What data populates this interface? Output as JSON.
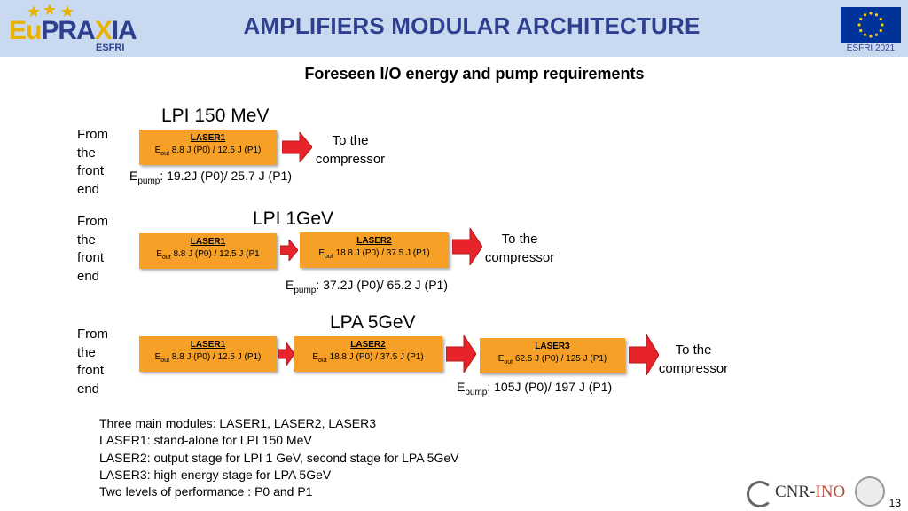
{
  "header": {
    "title": "AMPLIFIERS MODULAR ARCHITECTURE",
    "logo_main": "EuPRAXIA",
    "logo_sub": "ESFRI",
    "flag_label": "ESFRI 2021"
  },
  "subtitle": "Foreseen I/O energy and pump requirements",
  "sections": [
    {
      "title": "LPI 150 MeV",
      "from_lines": [
        "From",
        "the",
        "front",
        "end"
      ],
      "lasers": [
        {
          "name": "LASER1",
          "e": "E",
          "sub": "out",
          "value": " 8.8 J (P0) / 12.5 J (P1)"
        }
      ],
      "to_lines": [
        "To the",
        "compressor"
      ],
      "epump": {
        "e": "E",
        "sub": "pump",
        "value": ": 19.2J (P0)/ 25.7 J (P1)"
      }
    },
    {
      "title": "LPI 1GeV",
      "from_lines": [
        "From",
        "the",
        "front",
        "end"
      ],
      "lasers": [
        {
          "name": "LASER1",
          "e": "E",
          "sub": "out",
          "value": " 8.8 J (P0) / 12.5 J (P1"
        },
        {
          "name": "LASER2",
          "e": "E",
          "sub": "out",
          "value": " 18.8 J (P0) / 37.5 J (P1)"
        }
      ],
      "to_lines": [
        "To the",
        "compressor"
      ],
      "epump": {
        "e": "E",
        "sub": "pump",
        "value": ": 37.2J (P0)/ 65.2 J (P1)"
      }
    },
    {
      "title": "LPA 5GeV",
      "from_lines": [
        "From",
        "the",
        "front",
        "end"
      ],
      "lasers": [
        {
          "name": "LASER1",
          "e": "E",
          "sub": "out",
          "value": " 8.8 J (P0) / 12.5 J (P1)"
        },
        {
          "name": "LASER2",
          "e": "E",
          "sub": "out",
          "value": " 18.8 J (P0) / 37.5 J (P1)"
        },
        {
          "name": "LASER3",
          "e": "E",
          "sub": "out",
          "value": "  62.5 J (P0) / 125 J (P1)"
        }
      ],
      "to_lines": [
        "To the",
        "compressor"
      ],
      "epump": {
        "e": "E",
        "sub": "pump",
        "value": ": 105J (P0)/ 197 J (P1)"
      }
    }
  ],
  "notes": [
    "Three main modules: LASER1, LASER2, LASER3",
    "LASER1: stand-alone for LPI 150 MeV",
    "LASER2: output stage for LPI 1 GeV, second stage for LPA 5GeV",
    "LASER3: high energy stage for LPA 5GeV",
    "Two levels of  performance : P0 and P1"
  ],
  "footer": {
    "cnr_text": "CNR-",
    "ino_text": "INO",
    "page_number": "13"
  },
  "colors": {
    "header_bg": "#c9daf0",
    "title": "#2e3f8f",
    "laser_box": "#f6a028",
    "arrow_fill": "#e8242a",
    "eu_blue": "#003399",
    "eu_star": "#ffcc00"
  },
  "icons": [
    "eu-flag-icon",
    "stars-logo-icon",
    "red-arrow-icon",
    "cnr-logo-icon",
    "university-seal-icon"
  ]
}
